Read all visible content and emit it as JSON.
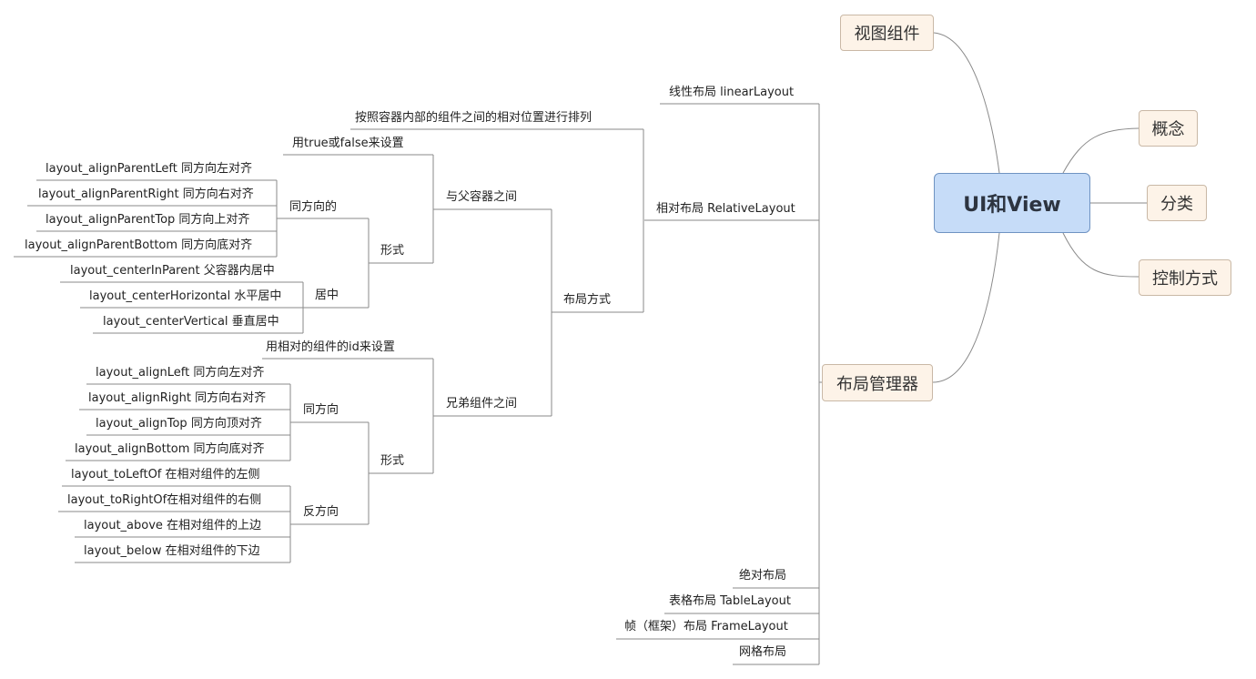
{
  "root": "UI和View",
  "main": {
    "view_components": "视图组件",
    "concept": "概念",
    "category": "分类",
    "control_method": "控制方式",
    "layout_manager": "布局管理器"
  },
  "layouts": {
    "linear": "线性布局 linearLayout",
    "relative": "相对布局 RelativeLayout",
    "absolute": "绝对布局",
    "table": "表格布局 TableLayout",
    "frame": "帧（框架）布局 FrameLayout",
    "grid": "网格布局"
  },
  "relative": {
    "desc": "按照容器内部的组件之间的相对位置进行排列",
    "layout_method": "布局方式",
    "with_parent": "与父容器之间",
    "with_sibling": "兄弟组件之间"
  },
  "parent": {
    "set_by": "用true或false来设置",
    "form": "形式",
    "same_dir": "同方向的",
    "center": "居中",
    "same_dir_items": [
      "layout_alignParentLeft 同方向左对齐",
      "layout_alignParentRight 同方向右对齐",
      "layout_alignParentTop 同方向上对齐",
      "layout_alignParentBottom 同方向底对齐"
    ],
    "center_items": [
      "layout_centerInParent  父容器内居中",
      "layout_centerHorizontal 水平居中",
      "layout_centerVertical  垂直居中"
    ]
  },
  "sibling": {
    "set_by": "用相对的组件的id来设置",
    "form": "形式",
    "same_dir": "同方向",
    "reverse_dir": "反方向",
    "same_dir_items": [
      "layout_alignLeft 同方向左对齐",
      "layout_alignRight 同方向右对齐",
      "layout_alignTop 同方向顶对齐",
      "layout_alignBottom 同方向底对齐"
    ],
    "reverse_dir_items": [
      "layout_toLeftOf 在相对组件的左侧",
      "layout_toRightOf在相对组件的右侧",
      "layout_above 在相对组件的上边",
      "layout_below 在相对组件的下边"
    ]
  }
}
